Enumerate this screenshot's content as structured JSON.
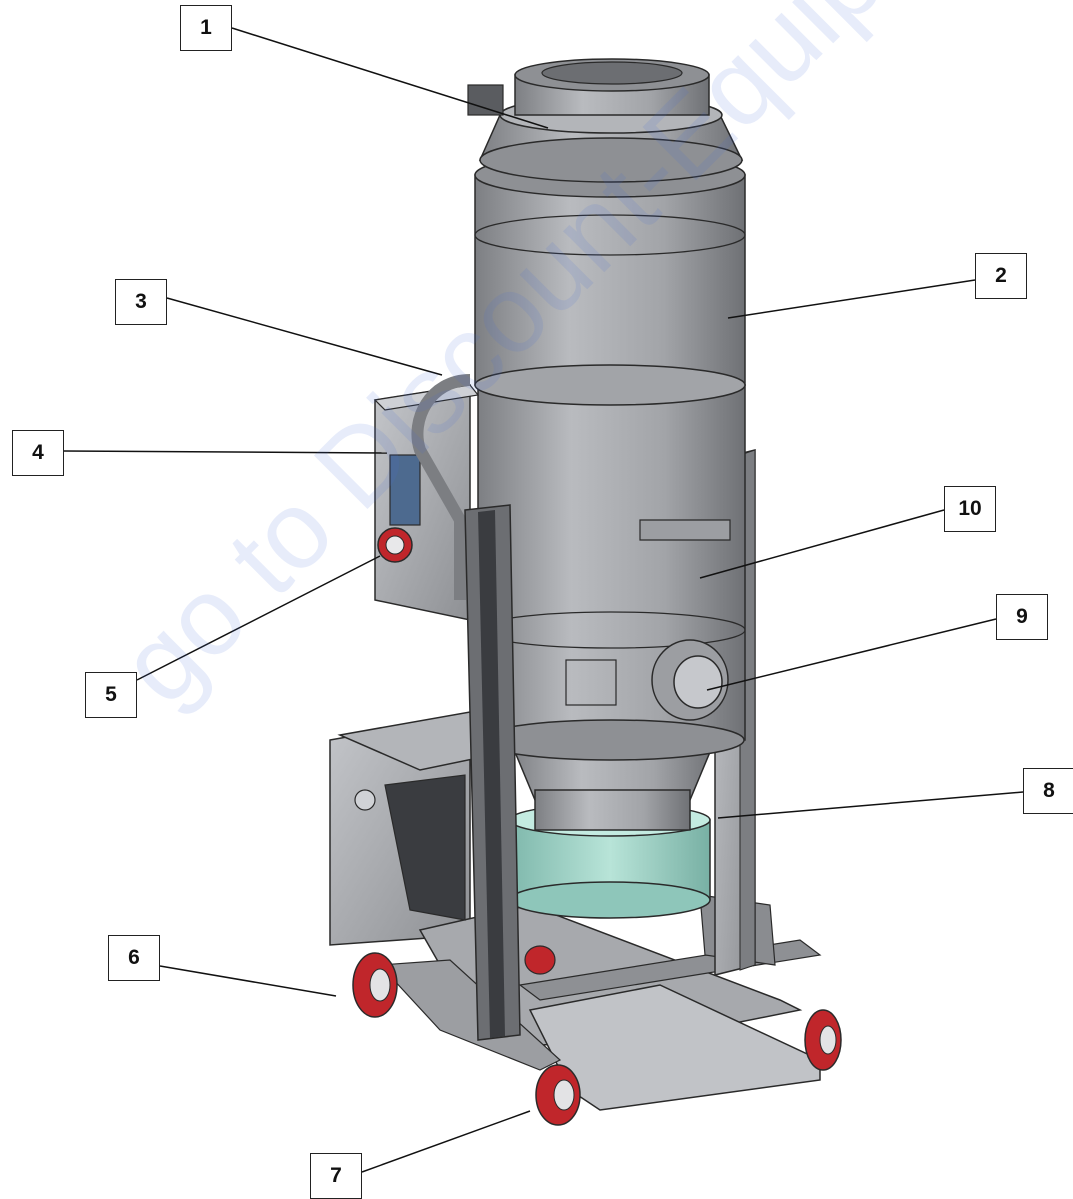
{
  "callouts": [
    {
      "id": "1",
      "label": "1"
    },
    {
      "id": "2",
      "label": "2"
    },
    {
      "id": "3",
      "label": "3"
    },
    {
      "id": "4",
      "label": "4"
    },
    {
      "id": "5",
      "label": "5"
    },
    {
      "id": "6",
      "label": "6"
    },
    {
      "id": "7",
      "label": "7"
    },
    {
      "id": "8",
      "label": "8"
    },
    {
      "id": "9",
      "label": "9"
    },
    {
      "id": "10",
      "label": "10"
    }
  ],
  "watermark": "go to Discount-Equipment",
  "colors": {
    "body_metal": "#a4a6aa",
    "wheel_red": "#c0262b",
    "collection_bin": "#9fd4c8",
    "panel_blue": "#4d6a8f",
    "outline": "#2a2a2a"
  }
}
